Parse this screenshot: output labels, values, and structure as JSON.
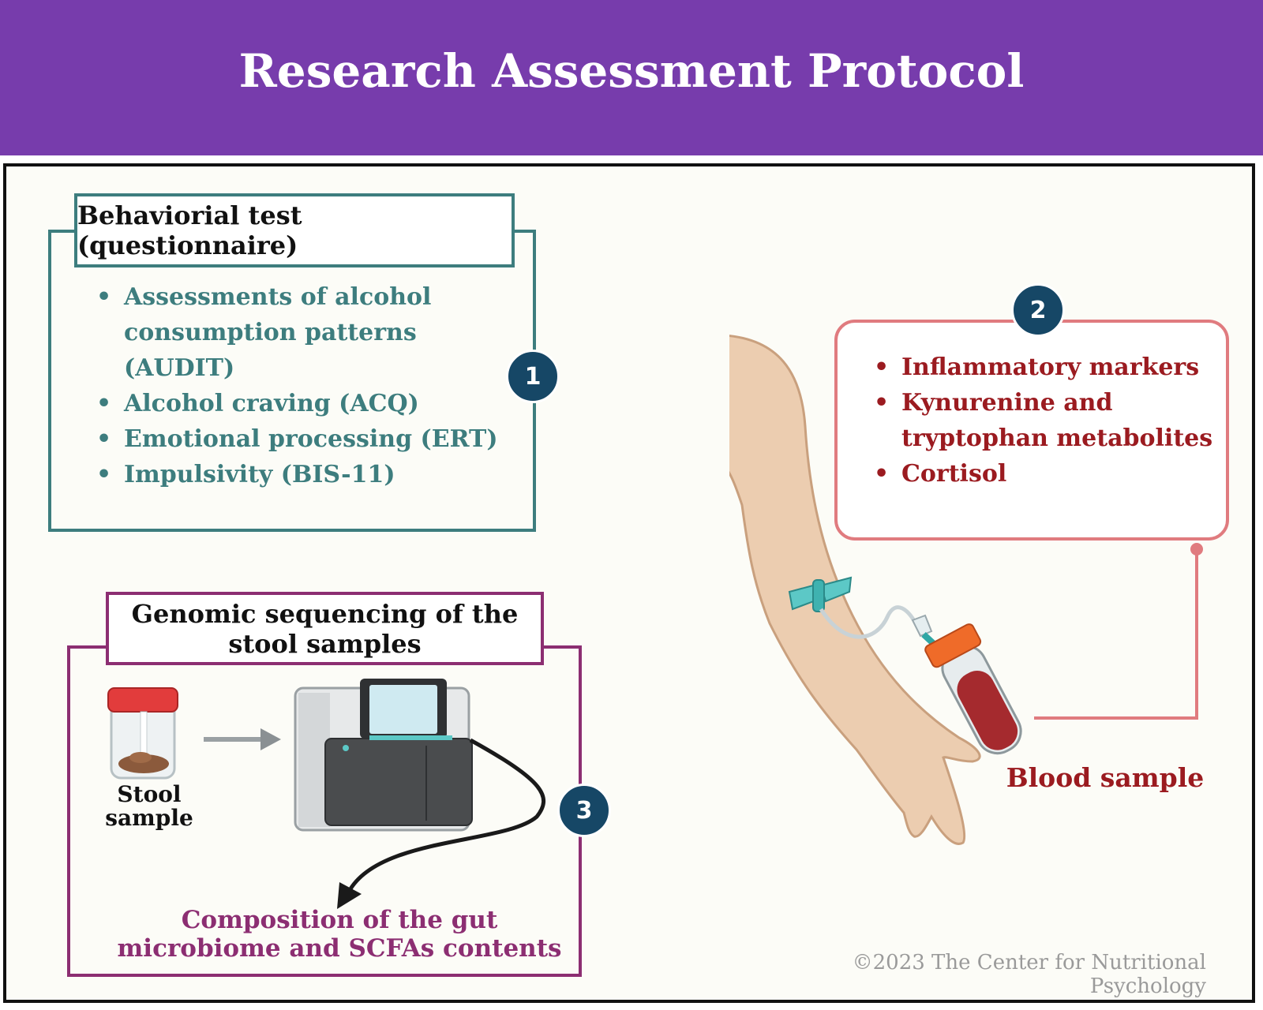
{
  "title": "Research Assessment Protocol",
  "section1": {
    "number": "1",
    "heading": "Behaviorial test (questionnaire)",
    "items": [
      "Assessments of alcohol consumption patterns (AUDIT)",
      "Alcohol craving (ACQ)",
      "Emotional processing (ERT)",
      "Impulsivity (BIS-11)"
    ]
  },
  "section2": {
    "number": "2",
    "items": [
      "Inflammatory markers",
      "Kynurenine and tryptophan metabolites",
      "Cortisol"
    ],
    "sample_label": "Blood sample"
  },
  "section3": {
    "number": "3",
    "heading": "Genomic sequencing of the stool samples",
    "sample_label": "Stool sample",
    "result": "Composition of the gut microbiome and SCFAs contents"
  },
  "copyright": "©2023 The Center for Nutritional Psychology",
  "colors": {
    "header": "#773cac",
    "section1": "#3d7d7e",
    "section2_border": "#e07b7f",
    "section2_text": "#9b1b20",
    "section3": "#8c2e72",
    "badge": "#164766"
  }
}
